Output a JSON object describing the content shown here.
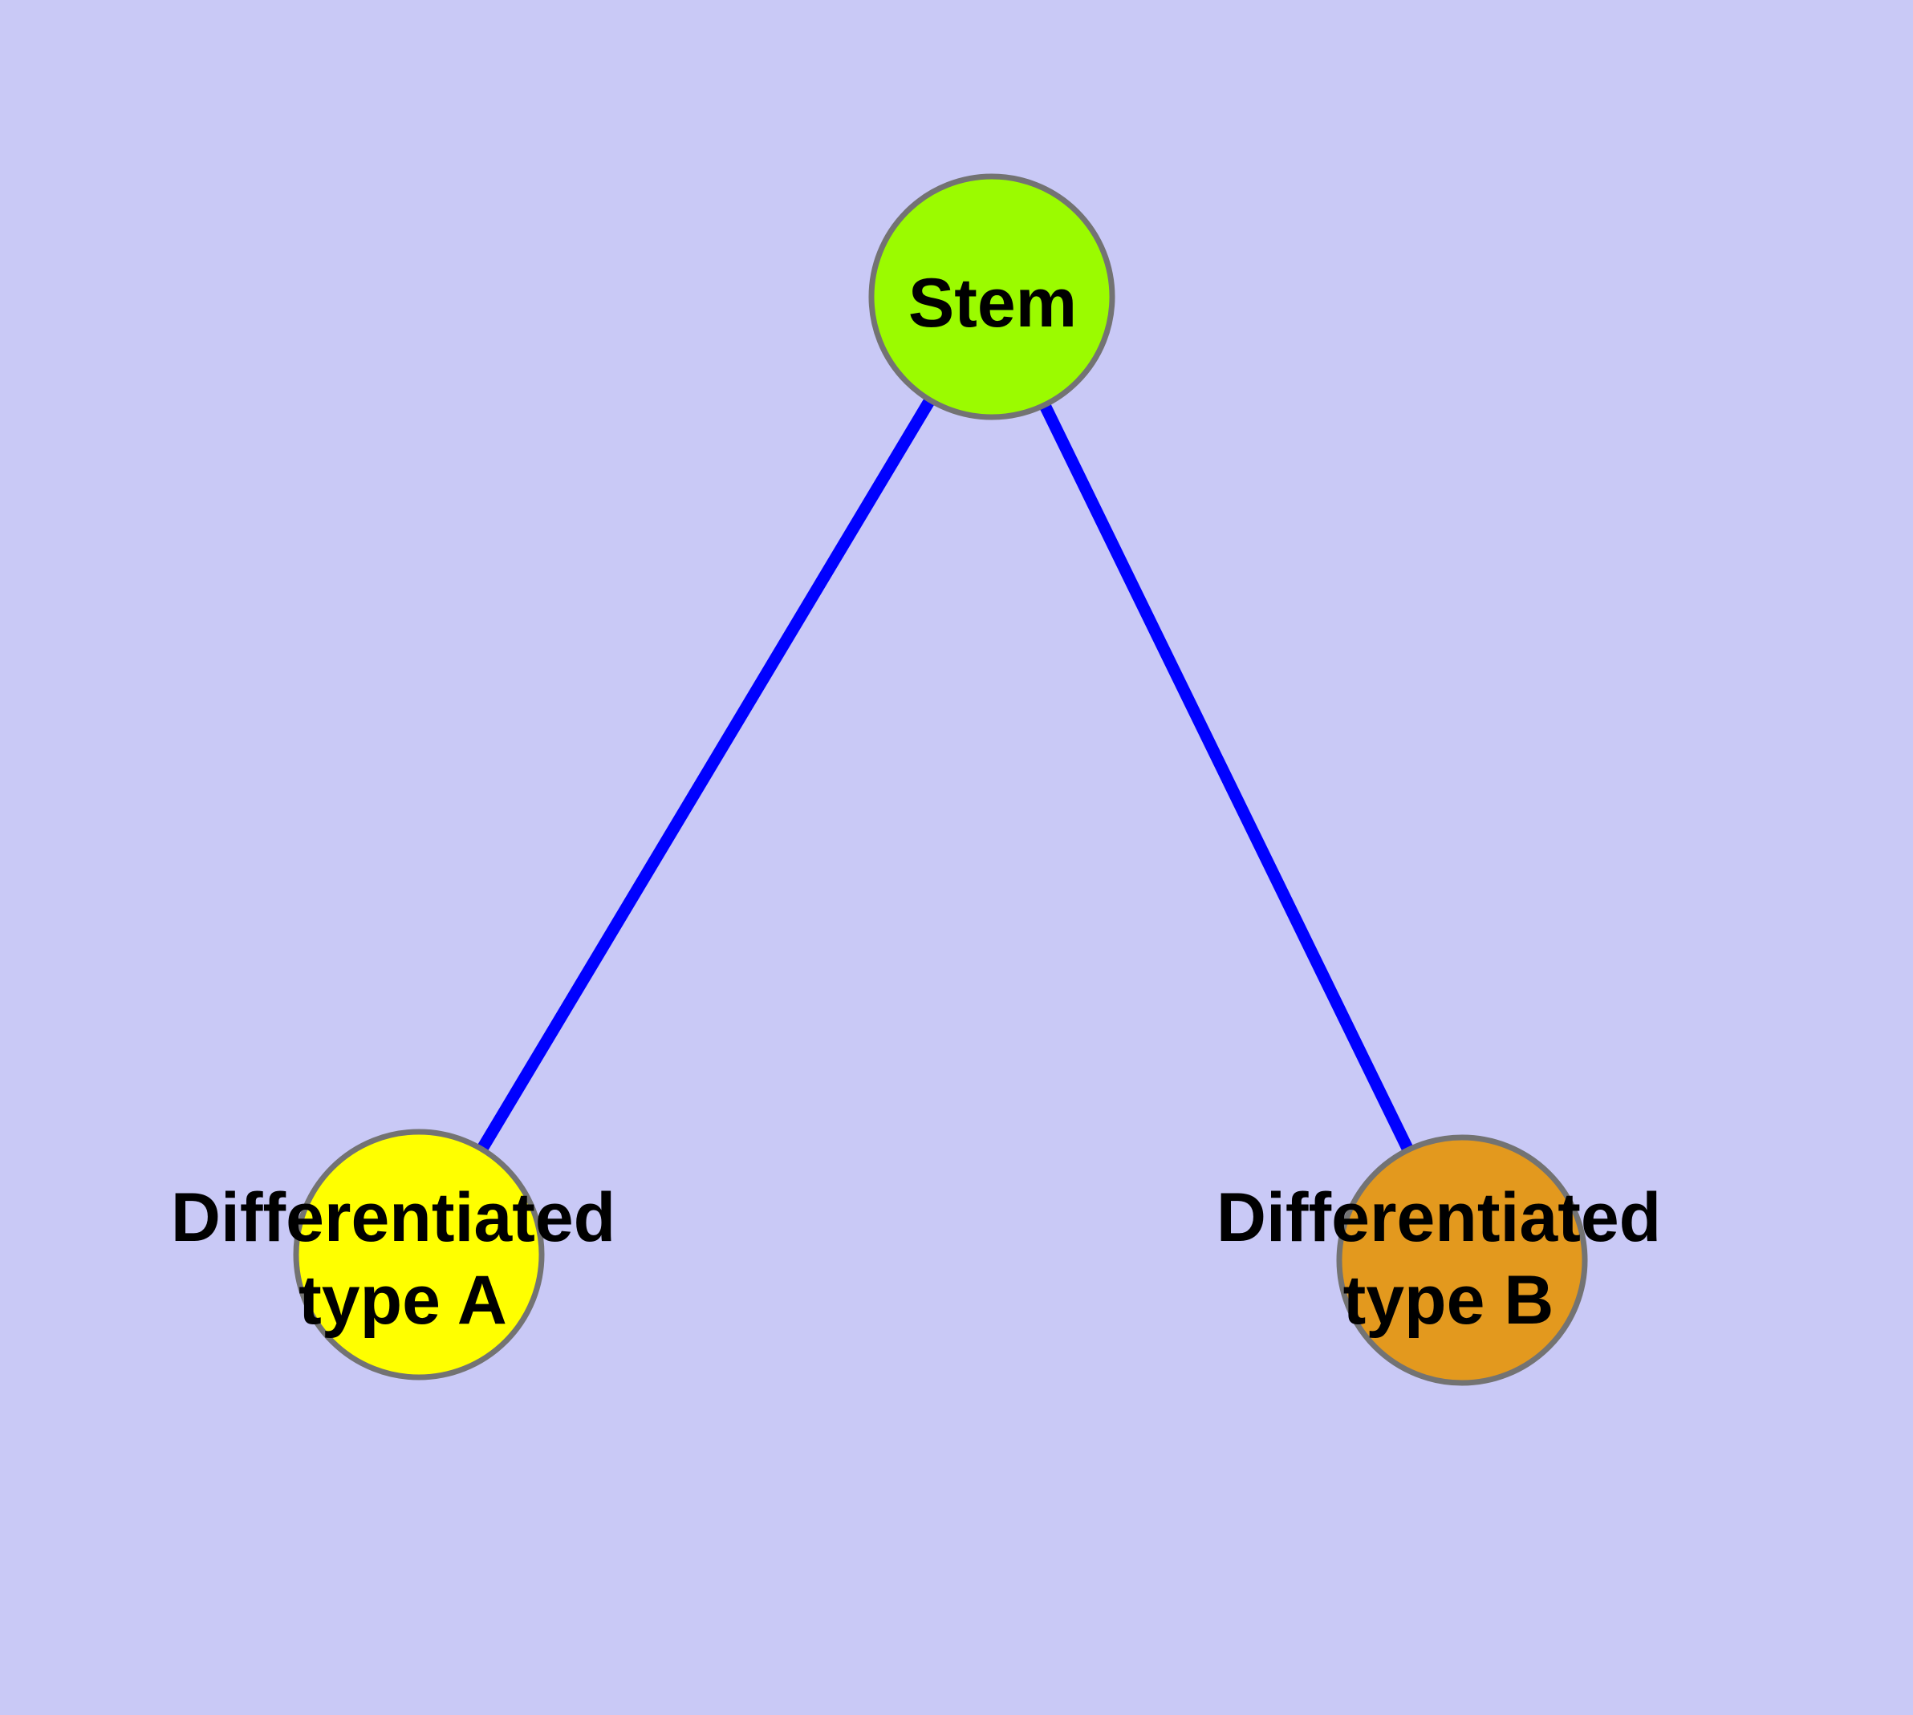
{
  "canvas": {
    "background": "#C9C9F6"
  },
  "graph": {
    "edge_color": "#0000FF",
    "node_border_color": "#737373",
    "label_color": "#000000",
    "nodes": [
      {
        "id": "stem",
        "label": "Stem",
        "fill": "#9BFB00"
      },
      {
        "id": "differentiated-type-a",
        "label_line1": "Differentiated",
        "label_line2": "type A",
        "fill": "#FFFF00"
      },
      {
        "id": "differentiated-type-b",
        "label_line1": "Differentiated",
        "label_line2": "type B",
        "fill": "#E3991E"
      }
    ],
    "edges": [
      {
        "from": "Stem",
        "to": "Differentiated type A"
      },
      {
        "from": "Stem",
        "to": "Differentiated type B"
      }
    ]
  }
}
